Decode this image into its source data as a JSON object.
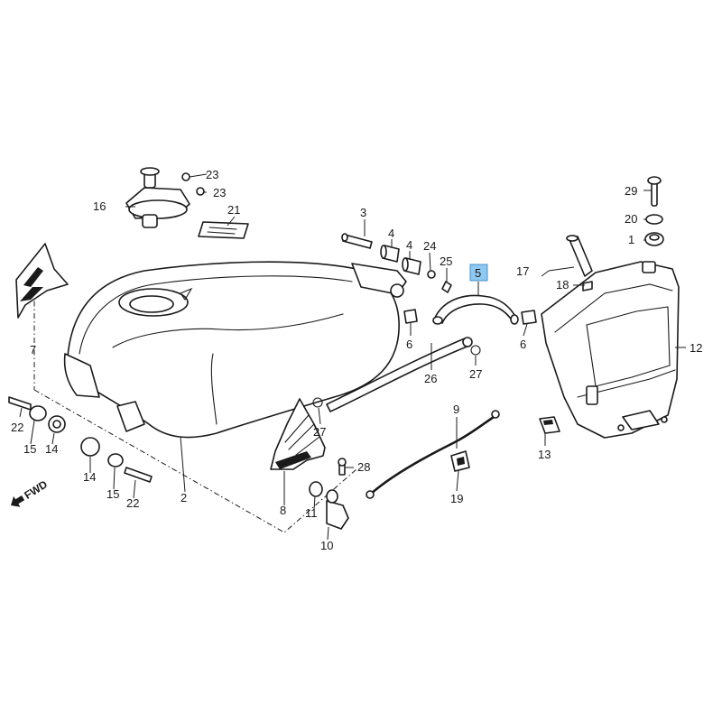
{
  "callouts": [
    {
      "id": "c1",
      "label": "1"
    },
    {
      "id": "c2",
      "label": "2"
    },
    {
      "id": "c3",
      "label": "3"
    },
    {
      "id": "c4a",
      "label": "4"
    },
    {
      "id": "c4b",
      "label": "4"
    },
    {
      "id": "c5",
      "label": "5",
      "highlight": true
    },
    {
      "id": "c6a",
      "label": "6"
    },
    {
      "id": "c6b",
      "label": "6"
    },
    {
      "id": "c7",
      "label": "7"
    },
    {
      "id": "c8",
      "label": "8"
    },
    {
      "id": "c9",
      "label": "9"
    },
    {
      "id": "c10",
      "label": "10"
    },
    {
      "id": "c11",
      "label": "11"
    },
    {
      "id": "c12",
      "label": "12"
    },
    {
      "id": "c13",
      "label": "13"
    },
    {
      "id": "c14a",
      "label": "14"
    },
    {
      "id": "c14b",
      "label": "14"
    },
    {
      "id": "c15a",
      "label": "15"
    },
    {
      "id": "c15b",
      "label": "15"
    },
    {
      "id": "c16",
      "label": "16"
    },
    {
      "id": "c17",
      "label": "17"
    },
    {
      "id": "c18",
      "label": "18"
    },
    {
      "id": "c19",
      "label": "19"
    },
    {
      "id": "c20",
      "label": "20"
    },
    {
      "id": "c21",
      "label": "21"
    },
    {
      "id": "c22a",
      "label": "22"
    },
    {
      "id": "c22b",
      "label": "22"
    },
    {
      "id": "c23a",
      "label": "23"
    },
    {
      "id": "c23b",
      "label": "23"
    },
    {
      "id": "c24",
      "label": "24"
    },
    {
      "id": "c25",
      "label": "25"
    },
    {
      "id": "c26",
      "label": "26"
    },
    {
      "id": "c27a",
      "label": "27"
    },
    {
      "id": "c27b",
      "label": "27"
    },
    {
      "id": "c28",
      "label": "28"
    },
    {
      "id": "c29",
      "label": "29"
    }
  ],
  "fwd": {
    "label": "FWD"
  },
  "colors": {
    "line": "#1a1a1a",
    "highlight_fill": "#8fc8f0",
    "highlight_stroke": "#4a90c8",
    "background": "#ffffff"
  }
}
